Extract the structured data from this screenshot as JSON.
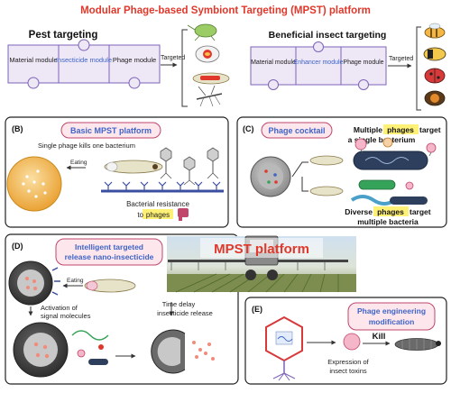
{
  "title": "Modular Phage-based Symbiont Targeting (MPST) platform",
  "top": {
    "pest_heading": "Pest targeting",
    "beneficial_heading": "Beneficial insect targeting",
    "targeted_label_1": "Targeted",
    "targeted_label_2": "Targeted",
    "pest_modules": [
      "Material module",
      "Insecticide module",
      "Phage module"
    ],
    "beneficial_modules": [
      "Material module",
      "Enhancer module",
      "Phage module"
    ]
  },
  "panel_b": {
    "tag": "(B)",
    "title": "Basic MPST platform",
    "subtitle": "Single phage kills one bacterium",
    "eating_label": "Eating",
    "resistance_line1": "Bacterial resistance",
    "resistance_line2_prefix": "to ",
    "resistance_highlight": "phages"
  },
  "panel_c": {
    "tag": "(C)",
    "title": "Phage cocktail",
    "multi_line1_prefix": "Multiple ",
    "multi_highlight": "phages",
    "multi_line1_suffix": " target",
    "multi_line2": "a single bacterium",
    "diverse_line1_prefix": "Diverse ",
    "diverse_highlight": "phages",
    "diverse_line1_suffix": " target",
    "diverse_line2": "multiple bacteria"
  },
  "center_label": "MPST platform",
  "panel_d": {
    "tag": "(D)",
    "title_line1": "Intelligent targeted",
    "title_line2": "release nano-insecticide",
    "eating_label": "Eating",
    "activation_line1": "Activation of",
    "activation_line2": "signal molecules",
    "delay_line1": "Time delay",
    "delay_line2": "insecticide release"
  },
  "panel_e": {
    "tag": "(E)",
    "title_line1": "Phage engineering",
    "title_line2": "modification",
    "expression_line1": "Expression of",
    "expression_line2": "insect toxins",
    "kill_label": "Kill"
  },
  "colors": {
    "title_red": "#e0382b",
    "module_fill": "#ede7f6",
    "module_stroke": "#7e63b8",
    "module_blue_text": "#3f63c7",
    "pill_fill": "#fde7ec",
    "pill_stroke": "#c0466b",
    "highlight": "#fff176",
    "sand": "#f2b54a",
    "phage_red": "#d83a3a"
  }
}
